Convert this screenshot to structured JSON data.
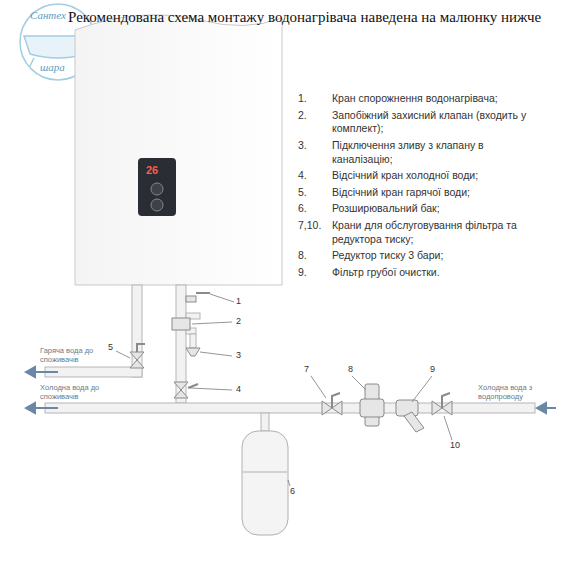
{
  "diagram": {
    "title": "Рекомендована схема монтажу водонагрівача наведена на малюнку нижче",
    "labels": [
      "Сантех",
      "шара",
      "26",
      "1.",
      "Кран спорожнення водонагрівача;",
      "2.",
      "Запобіжний захисний клапан (входить у комплект);",
      "3.",
      "Підключення зливу з клапану в каналізацію;",
      "4.",
      "Відсічний кран холодної води;",
      "5.",
      "Відсічний кран гарячої води;",
      "6.",
      "Розширювальний бак;",
      "7,10.",
      "Крани для обслуговування фільтра та редуктора тиску;",
      "8.",
      "Редуктор тиску 3 бари;",
      "9.",
      "Фільтр грубої очистки.",
      "1",
      "2",
      "3",
      "4",
      "5",
      "6",
      "7",
      "8",
      "9",
      "10",
      "Гаряча вода до споживачів",
      "Холодна вода до споживачів",
      "Холодна вода з водопроводу"
    ]
  }
}
